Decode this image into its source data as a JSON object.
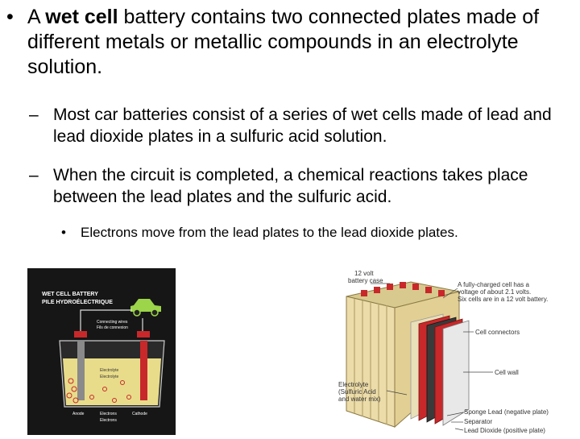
{
  "bullets": {
    "b1_pre": "A ",
    "b1_bold": "wet cell",
    "b1_post": " battery contains two connected plates made of different metals or metallic compounds in an electrolyte solution.",
    "sub1": "Most car batteries consist of a series of wet cells made of lead and lead dioxide plates in a sulfuric acid solution.",
    "sub2": "When the circuit is completed, a chemical reactions takes place between the lead plates and the sulfuric acid.",
    "subsub1": "Electrons move from the lead plates to the lead dioxide plates."
  },
  "wet_diagram": {
    "title1": "WET CELL BATTERY",
    "title2": "PILE HYDROÉLECTRIQUE",
    "wires1": "Connecting wires",
    "wires2": "Fils de connexion",
    "electrolyte1": "Electrolyte",
    "electrolyte2": "Electrolyte",
    "anode": "Anode",
    "cathode": "Cathode",
    "electrons1": "Electrons",
    "electrons2": "Electrons"
  },
  "battery_labels": {
    "case1": "12 volt",
    "case2": "battery case",
    "charged1": "A fully-charged cell has a",
    "charged2": "voltage of about 2.1 volts.",
    "charged3": "Six cells are in a 12 volt battery.",
    "connectors": "Cell connectors",
    "wall": "Cell wall",
    "electrolyte1": "Electrolyte",
    "electrolyte2": "(Sulfuric Acid",
    "electrolyte3": "and water mix)",
    "sponge": "Sponge Lead (negative plate)",
    "separator": "Separator",
    "dioxide": "Lead Dioxide (positive plate)"
  },
  "colors": {
    "case_tan": "#e8d9a8",
    "plate_red": "#c8282a",
    "plate_dark": "#333333",
    "acid_yellow": "#f3e7a0"
  }
}
